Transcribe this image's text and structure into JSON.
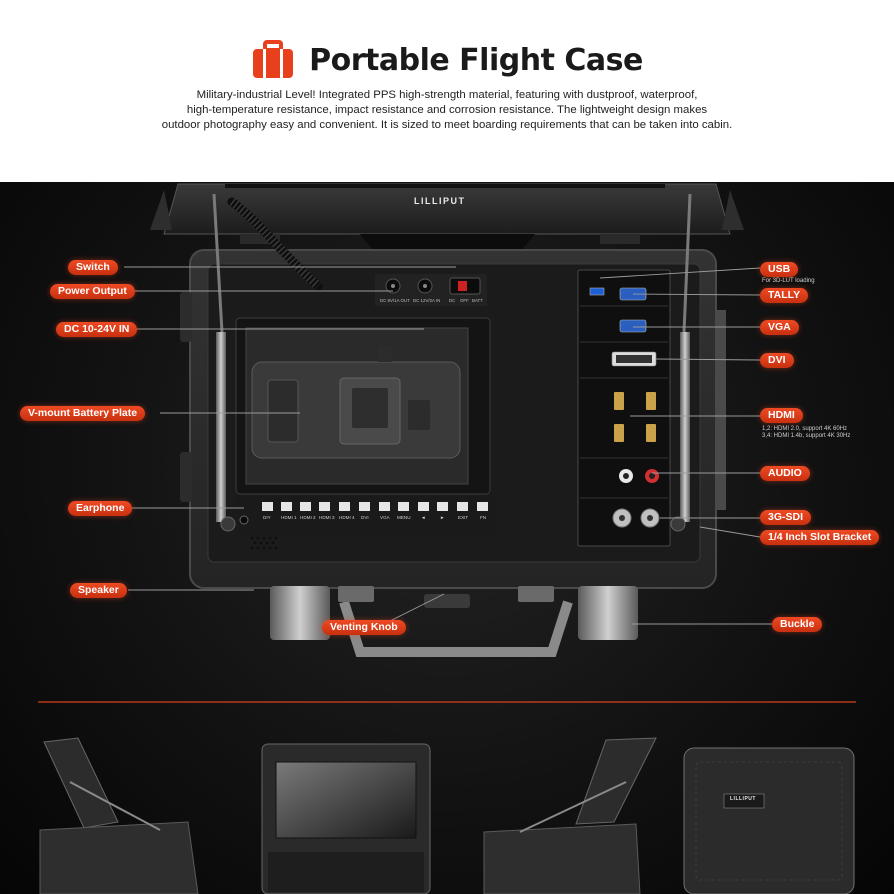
{
  "header": {
    "title": "Portable Flight Case",
    "icon": "briefcase-icon",
    "description_lines": [
      "Military-industrial Level! Integrated PPS high-strength material, featuring with dustproof, waterproof,",
      "high-temperature resistance, impact resistance and corrosion resistance. The lightweight design makes",
      "outdoor photography easy and convenient. It is sized to meet boarding requirements that can be taken into cabin."
    ]
  },
  "brand": "LILLIPUT",
  "callouts": {
    "switch": "Switch",
    "power_output": "Power Output",
    "dc_in": "DC 10-24V IN",
    "vmount": "V-mount Battery Plate",
    "earphone": "Earphone",
    "speaker": "Speaker",
    "venting_knob": "Venting Knob",
    "usb": "USB",
    "usb_note": "For 3D-LUT loading",
    "tally": "TALLY",
    "vga": "VGA",
    "dvi": "DVI",
    "hdmi": "HDMI",
    "hdmi_note_1": "1,2: HDMI 2.0, support 4K 60Hz",
    "hdmi_note_2": "3,4: HDMI 1.4b, support 4K 30Hz",
    "audio": "AUDIO",
    "sdi": "3G-SDI",
    "slot_bracket": "1/4 Inch Slot Bracket",
    "buckle": "Buckle"
  },
  "panel_labels": {
    "dc_out": "DC 8V/1A OUT",
    "dc_in": "DC 12V/2A IN",
    "switch_dc": "DC",
    "switch_off": "OFF",
    "switch_batt": "BATT"
  },
  "front_buttons": [
    "DIY",
    "HDMI 1",
    "HDMI 2",
    "HDMI 3",
    "HDMI 4",
    "DVI",
    "VGA",
    "MENU",
    "◄",
    "►",
    "EXIT",
    "FN"
  ],
  "accent_color": "#e8401c"
}
